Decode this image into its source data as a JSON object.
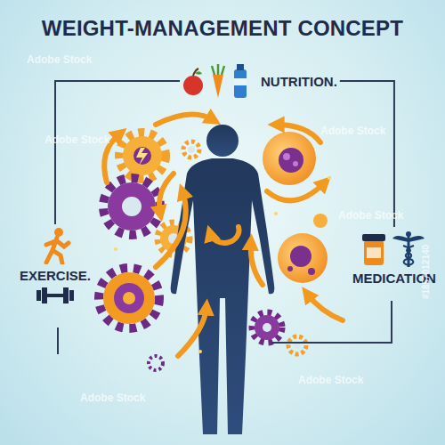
{
  "diagram": {
    "title": "WEIGHT-MANAGEMENT CONCEPT",
    "nodes": [
      {
        "text": [
          "NUTRITION."
        ]
      },
      {
        "text": [
          "EXERCISE."
        ]
      },
      {
        "text": [
          "MEDICATION"
        ]
      }
    ],
    "edges": [
      {
        "from": 0,
        "to": 1,
        "arrow": "none"
      },
      {
        "from": 0,
        "to": 2,
        "arrow": "none"
      }
    ],
    "labels": [
      "Adobe Stock",
      "Adobe Stock",
      "Adobe Stock",
      "Adobe Stock",
      "Adobe Stock",
      "Adobe Stock",
      "#1857012140"
    ]
  }
}
